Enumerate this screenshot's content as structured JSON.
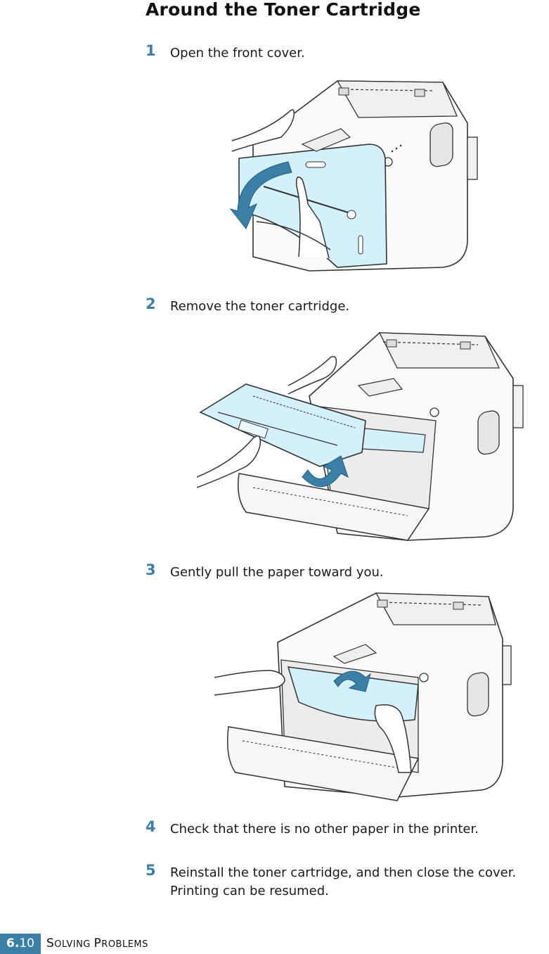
{
  "heading": "Around the Toner Cartridge",
  "steps": [
    {
      "num": "1",
      "text": "Open the front cover."
    },
    {
      "num": "2",
      "text": "Remove the toner cartridge."
    },
    {
      "num": "3",
      "text": "Gently pull the paper toward you."
    },
    {
      "num": "4",
      "text": "Check that there is no other paper in the printer."
    },
    {
      "num": "5",
      "text": "Reinstall the toner cartridge, and then close the cover.",
      "text2": "Printing can be resumed."
    }
  ],
  "footer": {
    "chapter": "6.",
    "page": "10",
    "section_first": "S",
    "section_rest1": "OLVING ",
    "section_first2": "P",
    "section_rest2": "ROBLEMS"
  },
  "colors": {
    "accent": "#3a7fa6",
    "highlight": "#d4f0fb"
  }
}
